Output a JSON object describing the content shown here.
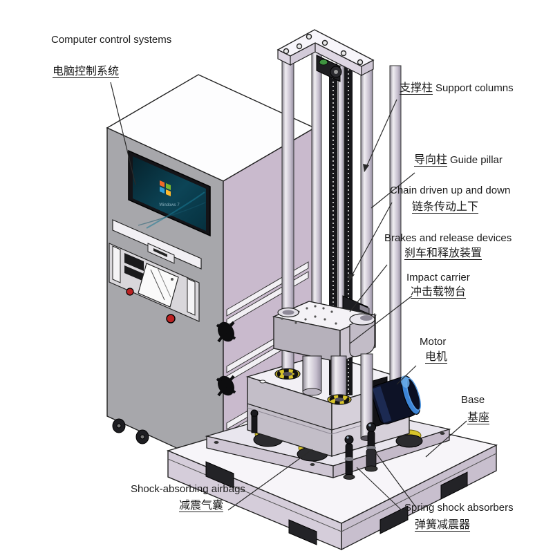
{
  "diagram_title": "Drop impact testing machine labeled diagram",
  "labels": {
    "computer_control": {
      "en": "Computer control systems",
      "zh": "电脑控制系统"
    },
    "support_columns": {
      "zh": "支撑柱",
      "en": "Support columns"
    },
    "guide_pillar": {
      "zh": "导向柱",
      "en": "Guide pillar"
    },
    "chain_drive": {
      "en": "Chain driven up and down",
      "zh": "链条传动上下"
    },
    "brakes_release": {
      "en": "Brakes and release devices",
      "zh": "刹车和释放装置"
    },
    "impact_carrier": {
      "en": "Impact carrier",
      "zh": "冲击载物台"
    },
    "motor": {
      "en": "Motor",
      "zh": "电机"
    },
    "base": {
      "en": "Base",
      "zh": "基座"
    },
    "airbags": {
      "en": "Shock-absorbing airbags",
      "zh": "减震气囊"
    },
    "springs": {
      "en": "Spring shock absorbers",
      "zh": "弹簧减震器"
    }
  },
  "screen": {
    "boot_text": "Windows 7"
  },
  "colors": {
    "line": "#222222",
    "cabinet_front": "#a7a7ab",
    "cabinet_side": "#c9bacd",
    "cabinet_top": "#fdfdfe",
    "screen_teal_dark": "#06222c",
    "screen_teal_light": "#0c4456",
    "win_red": "#f06a2a",
    "win_green": "#7cb82f",
    "win_blue": "#2f9fd8",
    "win_yellow": "#fdb92d",
    "column_light": "#f0eef2",
    "column_dark": "#8f8a96",
    "chain": "#17171a",
    "ring_yellow": "#d8c42a",
    "motor_body": "#0d1226",
    "motor_rim": "#3d85d6",
    "motor_glow": "#6aace8",
    "base_top": "#f7f5f9",
    "base_edge": "#d5cdda",
    "feet": "#232327",
    "knob_red": "#bb2222",
    "sprocket_green": "#3f9440"
  }
}
